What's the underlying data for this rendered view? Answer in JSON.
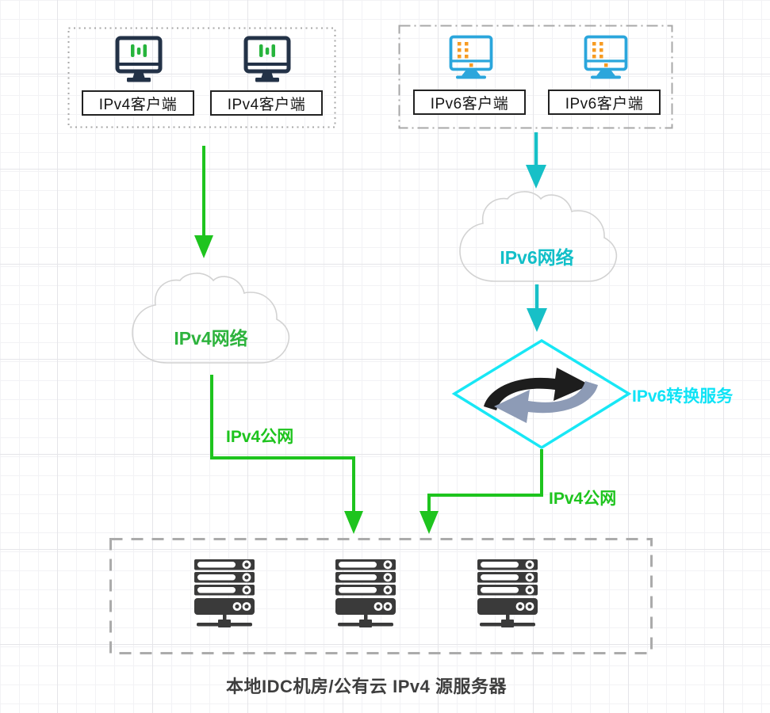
{
  "diagram": {
    "groups": {
      "ipv4_clients": {
        "labels": [
          "IPv4客户端",
          "IPv4客户端"
        ],
        "border_style": "dotted"
      },
      "ipv6_clients": {
        "labels": [
          "IPv6客户端",
          "IPv6客户端"
        ],
        "border_style": "dash-dot"
      },
      "origin_servers": {
        "caption": "本地IDC机房/公有云 IPv4 源服务器",
        "server_count": 3,
        "border_style": "dashed"
      }
    },
    "nodes": {
      "ipv4_network": "IPv4网络",
      "ipv6_network": "IPv6网络",
      "ipv6_conversion": "IPv6转换服务"
    },
    "edge_labels": {
      "ipv4_public_left": "IPv4公网",
      "ipv4_public_right": "IPv4公网"
    },
    "icons": [
      "ipv4-client-monitor-icon",
      "ipv6-client-monitor-icon",
      "cloud-icon",
      "sync-arrows-icon",
      "server-rack-icon"
    ],
    "colors": {
      "green": "#1ec41e",
      "green_text": "#2db33d",
      "teal": "#17c0c7",
      "cyan_stroke": "#18e7f5",
      "cyan_text": "#0fe3f6",
      "navy_monitor": "#233247",
      "blue_monitor": "#2ba6dc",
      "orange_dots": "#f79b22",
      "server_dark": "#3a3a3a",
      "cloud_outline": "#d2d2d2",
      "group_border_gray": "#a8a8a8"
    }
  }
}
